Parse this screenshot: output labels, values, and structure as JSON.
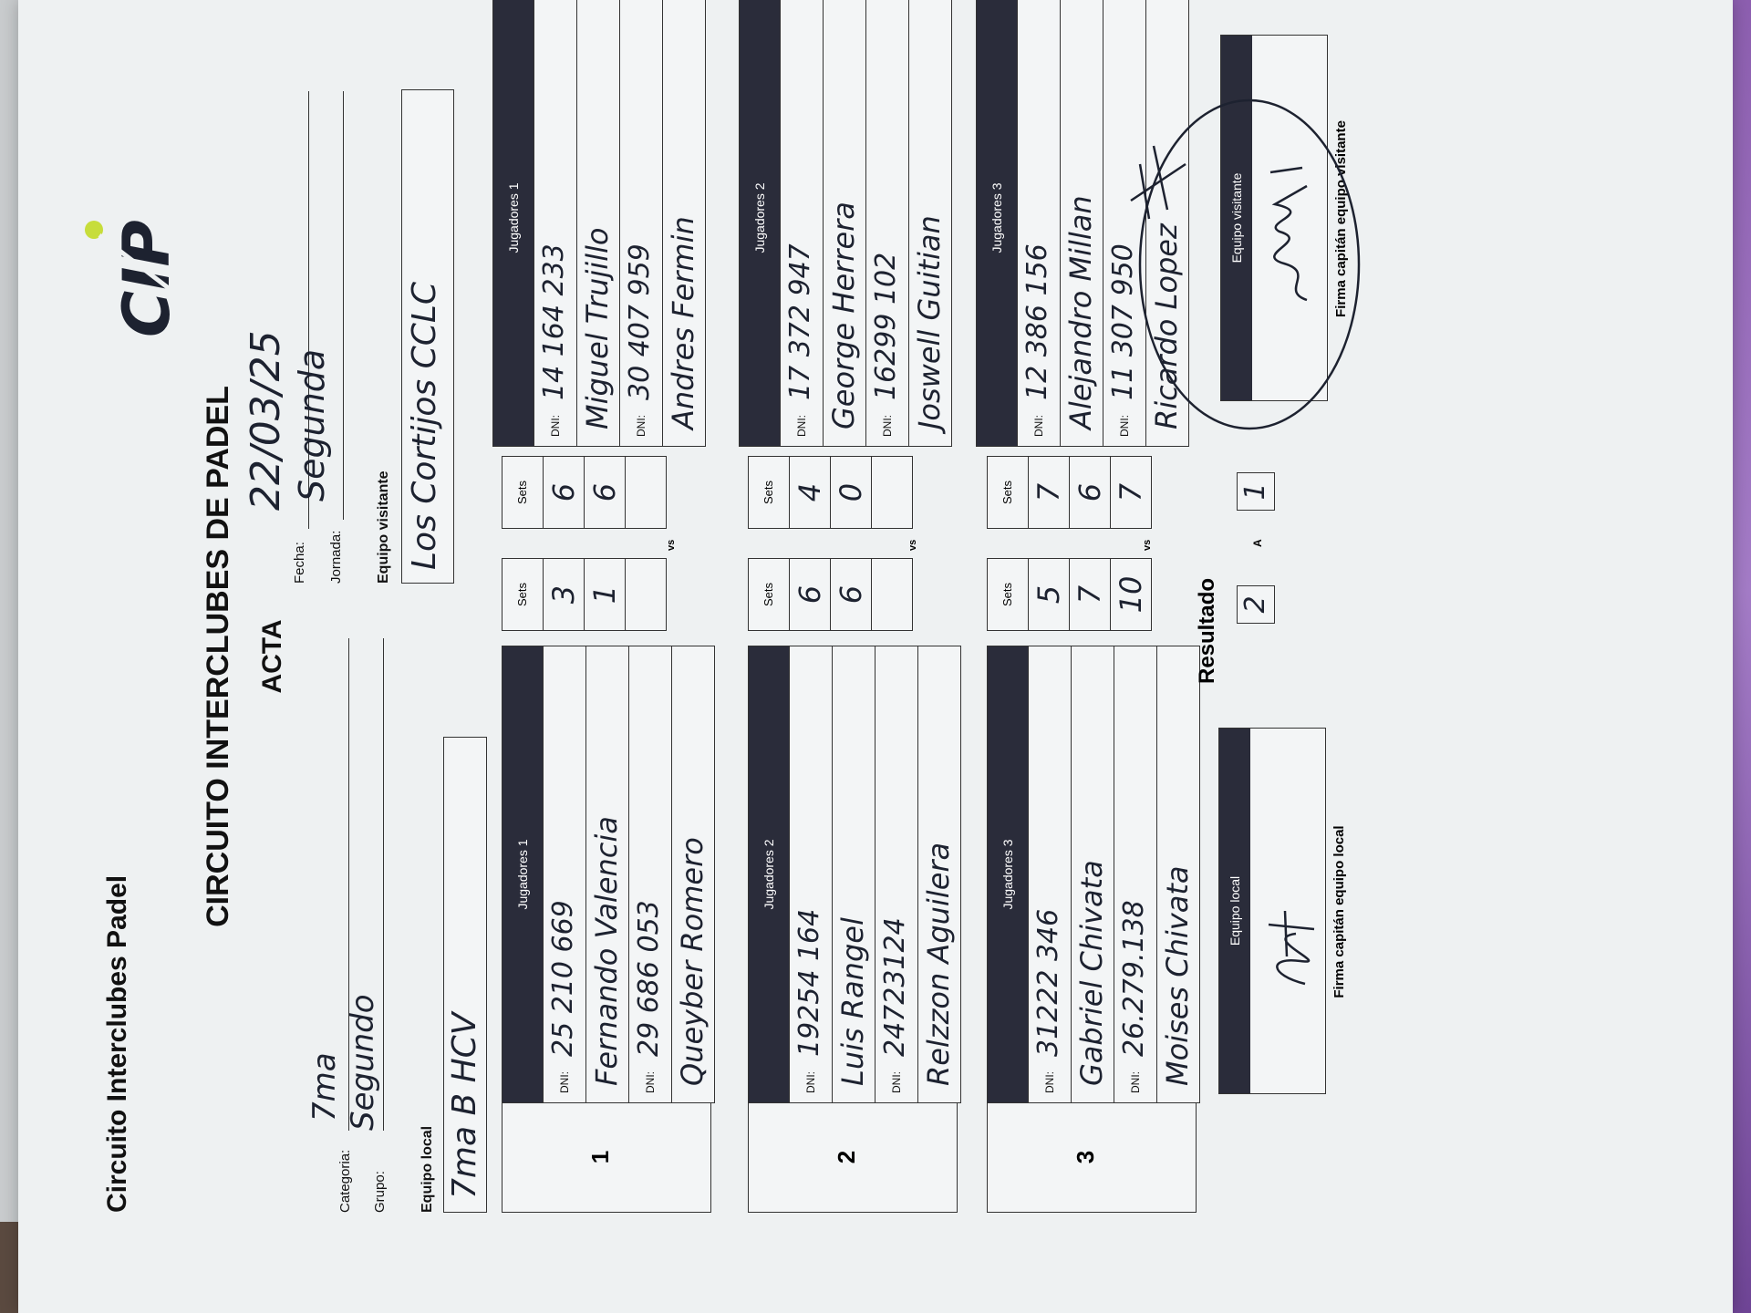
{
  "header": {
    "circuit": "Circuito Interclubes Padel",
    "title": "CIRCUITO INTERCLUBES DE PADEL",
    "subtitle": "ACTA",
    "logo_text": "CIP"
  },
  "form": {
    "categoria_label": "Categoria:",
    "categoria_value": "7ma",
    "grupo_label": "Grupo:",
    "grupo_value": "Segundo",
    "fecha_label": "Fecha:",
    "fecha_value": "22/03/25",
    "jornada_label": "Jornada:",
    "jornada_value": "Segunda",
    "local_label": "Equipo local",
    "local_value": "7ma B HCV",
    "visitante_label": "Equipo visitante",
    "visitante_value": "Los Cortijos CCLC"
  },
  "labels": {
    "dni": "DNI:",
    "sets": "Sets",
    "vs": "vs",
    "resultado": "Resultado",
    "a": "A",
    "local_box": "Equipo local",
    "visitante_box": "Equipo visitante",
    "firma_local": "Firma capitán equipo local",
    "firma_visitante": "Firma capitán equipo visitante"
  },
  "matches": [
    {
      "number": "1",
      "local": {
        "header": "Jugadores 1",
        "dni1": "25 210 669",
        "name1": "Fernando Valencia",
        "dni2": "29 686 053",
        "name2": "Queyber Romero",
        "sets": [
          "3",
          "1",
          ""
        ]
      },
      "visitante": {
        "header": "Jugadores 1",
        "dni1": "14 164 233",
        "name1": "Miguel Trujillo",
        "dni2": "30 407 959",
        "name2": "Andres Fermin",
        "sets": [
          "6",
          "6",
          ""
        ]
      }
    },
    {
      "number": "2",
      "local": {
        "header": "Jugadores 2",
        "dni1": "19254 164",
        "name1": "Luis Rangel",
        "dni2": "24723124",
        "name2": "Relzzon Aguilera",
        "sets": [
          "6",
          "6",
          ""
        ]
      },
      "visitante": {
        "header": "Jugadores 2",
        "dni1": "17 372 947",
        "name1": "George Herrera",
        "dni2": "16299 102",
        "name2": "Joswell Guitian",
        "sets": [
          "4",
          "0",
          ""
        ]
      }
    },
    {
      "number": "3",
      "local": {
        "header": "Jugadores 3",
        "dni1": "31222 346",
        "name1": "Gabriel Chivata",
        "dni2": "26.279.138",
        "name2": "Moises Chivata",
        "sets": [
          "5",
          "7",
          "10"
        ]
      },
      "visitante": {
        "header": "Jugadores 3",
        "dni1": "12 386 156",
        "name1": "Alejandro Millan",
        "dni2": "11 307 950",
        "name2": "Ricardo Lopez",
        "sets": [
          "7",
          "6",
          "7"
        ]
      }
    }
  ],
  "resultado": {
    "local": "2",
    "visitante": "1"
  }
}
